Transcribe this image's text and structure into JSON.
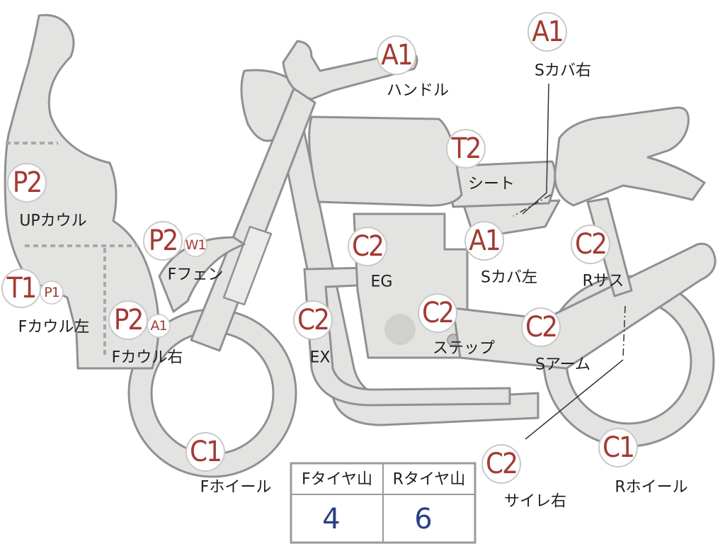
{
  "colors": {
    "part_fill": "#e3e3e1",
    "part_outline": "#8f9090",
    "grade_red": "#a33a34",
    "value_blue": "#2a3f86"
  },
  "parts": {
    "handle": {
      "grade": "A1",
      "label": "ハンドル"
    },
    "side_cover_right": {
      "grade": "A1",
      "label": "Sカバ右"
    },
    "seat": {
      "grade": "T2",
      "label": "シート"
    },
    "up_cowl": {
      "grade": "P2",
      "label": "UPカウル"
    },
    "front_fender": {
      "grade": "P2",
      "sub": "W1",
      "label": "Fフェン"
    },
    "engine": {
      "grade": "C2",
      "label": "EG"
    },
    "side_cover_left": {
      "grade": "A1",
      "label": "Sカバ左"
    },
    "rear_suspension": {
      "grade": "C2",
      "label": "Rサス"
    },
    "front_cowl_left": {
      "grade": "T1",
      "sub": "P1",
      "label": "Fカウル左"
    },
    "front_cowl_right": {
      "grade": "P2",
      "sub": "A1",
      "label": "Fカウル右"
    },
    "exhaust": {
      "grade": "C2",
      "label": "EX"
    },
    "step": {
      "grade": "C2",
      "label": "ステップ"
    },
    "swing_arm": {
      "grade": "C2",
      "label": "Sアーム"
    },
    "front_wheel": {
      "grade": "C1",
      "label": "Fホイール"
    },
    "silencer_right": {
      "grade": "C2",
      "label": "サイレ右"
    },
    "rear_wheel": {
      "grade": "C1",
      "label": "Rホイール"
    }
  },
  "tire_table": {
    "front_header": "Fタイヤ山",
    "rear_header": "Rタイヤ山",
    "front_value": "4",
    "rear_value": "6"
  }
}
